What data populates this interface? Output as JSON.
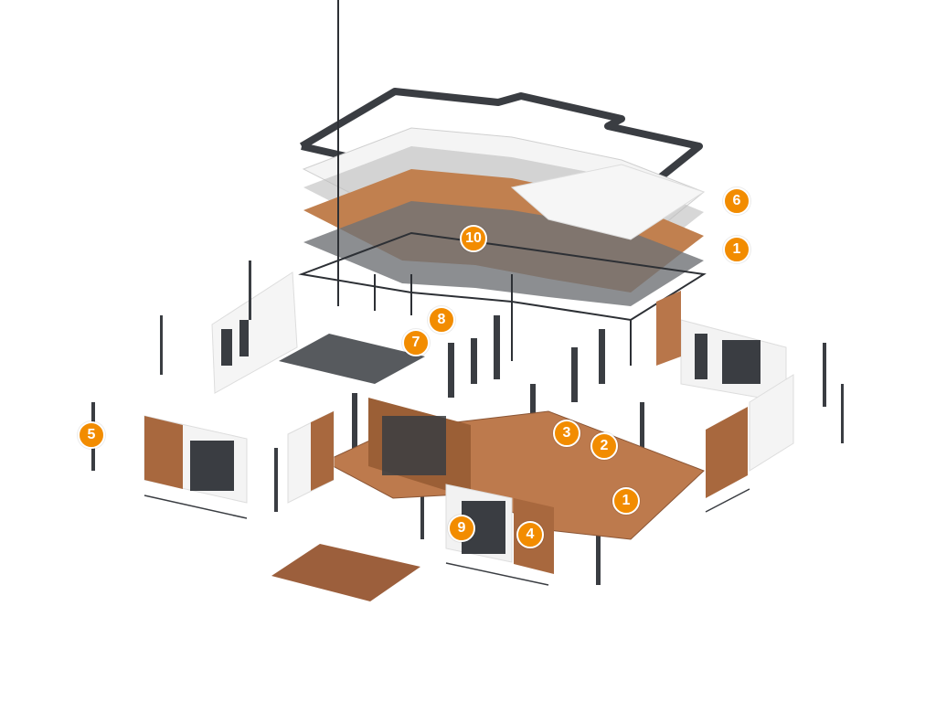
{
  "diagram": {
    "type": "exploded axonometric view of modular house",
    "colors": {
      "badge": "#f28c00",
      "frame": "#3a3d42",
      "wood": "#b8764a",
      "panel": "#f2f2f2",
      "glass": "#555a60"
    },
    "callouts": [
      {
        "id": "callout-6-roof",
        "label": "6"
      },
      {
        "id": "callout-1-roof-deck",
        "label": "1"
      },
      {
        "id": "callout-10-pergola-grid",
        "label": "10"
      },
      {
        "id": "callout-8-interior-wall",
        "label": "8"
      },
      {
        "id": "callout-7-pergola",
        "label": "7"
      },
      {
        "id": "callout-5-column",
        "label": "5"
      },
      {
        "id": "callout-3-floor",
        "label": "3"
      },
      {
        "id": "callout-2-columns",
        "label": "2"
      },
      {
        "id": "callout-1-floor-deck",
        "label": "1"
      },
      {
        "id": "callout-9-window",
        "label": "9"
      },
      {
        "id": "callout-4-wood-cladding",
        "label": "4"
      }
    ]
  }
}
